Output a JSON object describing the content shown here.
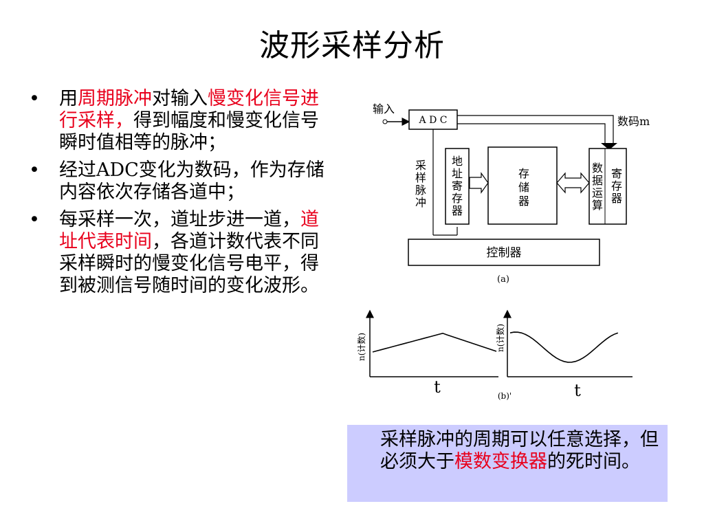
{
  "slide": {
    "title": "波形采样分析",
    "bullets": [
      {
        "bullet": "•",
        "segments": [
          {
            "text": "用",
            "highlight": false
          },
          {
            "text": "周期脉冲",
            "highlight": true
          },
          {
            "text": "对输入",
            "highlight": false
          },
          {
            "text": "慢变化信号进行采样，",
            "highlight": true
          },
          {
            "text": "得到幅度和慢变化信号瞬时值相等的脉冲；",
            "highlight": false
          }
        ]
      },
      {
        "bullet": "•",
        "segments": [
          {
            "text": "经过ADC变化为数码，作为存储内容依次存储各道中；",
            "highlight": false
          }
        ]
      },
      {
        "bullet": "•",
        "segments": [
          {
            "text": "每采样一次，道址步进一道，",
            "highlight": false
          },
          {
            "text": "道址代表时间",
            "highlight": true
          },
          {
            "text": "，各道计数代表不同采样瞬时的慢变化信号电平，得到被测信号随时间的变化波形。",
            "highlight": false
          }
        ]
      }
    ],
    "note": {
      "segments": [
        {
          "text": "采样脉冲的周期可以任意选择，但必须大于",
          "highlight": false
        },
        {
          "text": "模数变换器",
          "highlight": true
        },
        {
          "text": "的死时间。",
          "highlight": false
        }
      ]
    },
    "colors": {
      "highlight": "#e8001c",
      "note_background": "#ccccff",
      "text": "#000000"
    }
  },
  "diagram": {
    "input_label": "输入",
    "adc_label": "A D C",
    "digital_code_label": "数码m",
    "sampling_pulse_label": [
      "采",
      "样",
      "脉",
      "冲"
    ],
    "address_register_label": [
      "地",
      "址",
      "寄",
      "存",
      "器"
    ],
    "memory_label": [
      "存",
      "储",
      "器"
    ],
    "data_operation_label": [
      "数",
      "据",
      "运",
      "算"
    ],
    "register_label": [
      "寄",
      "存",
      "器"
    ],
    "controller_label": "控制器",
    "caption_a": "(a)",
    "caption_b": "(b)'",
    "axis_label_x_left": "t",
    "axis_label_x_right": "t",
    "axis_label_y_left": "n(计数)",
    "axis_label_y_right": "n(计数)"
  }
}
